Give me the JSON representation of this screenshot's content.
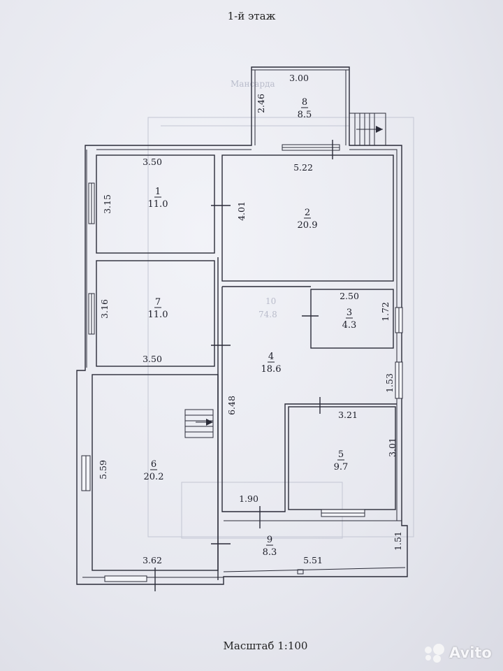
{
  "header": {
    "title": "1-й этаж"
  },
  "footer": {
    "scale": "Масштаб 1:100"
  },
  "watermark": {
    "brand": "Avito"
  },
  "rooms": [
    {
      "id": "room-1",
      "number": "1",
      "area": "11.0",
      "width": "3.50",
      "height": "3.15"
    },
    {
      "id": "room-2",
      "number": "2",
      "area": "20.9",
      "width": "5.22",
      "height": "4.01"
    },
    {
      "id": "room-3",
      "number": "3",
      "area": "4.3",
      "width": "2.50",
      "height": "1.72"
    },
    {
      "id": "room-4",
      "number": "4",
      "area": "18.6",
      "height": "6.48",
      "side": "1.53"
    },
    {
      "id": "room-5",
      "number": "5",
      "area": "9.7",
      "width": "3.21",
      "height": "3.01"
    },
    {
      "id": "room-6",
      "number": "6",
      "area": "20.2",
      "width": "3.62",
      "height": "5.59"
    },
    {
      "id": "room-7",
      "number": "7",
      "area": "11.0",
      "width": "3.50",
      "height": "3.16"
    },
    {
      "id": "room-8",
      "number": "8",
      "area": "8.5",
      "width": "3.00",
      "height": "2.46"
    },
    {
      "id": "room-9",
      "number": "9",
      "area": "8.3",
      "width": "5.51",
      "height": "1.51"
    }
  ],
  "extra_dims": {
    "corridor_width": "1.90"
  },
  "ghost_texts": {
    "show_through_1": "Мансарда",
    "show_through_2": "10",
    "show_through_3": "74.8"
  }
}
